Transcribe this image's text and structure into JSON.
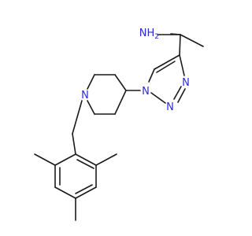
{
  "diagram": {
    "colors": {
      "bond": "#1a1a1a",
      "carbon_text": "#1a1a1a",
      "nitrogen": "#2b2bd6"
    },
    "atoms": [
      {
        "id": "amine_N",
        "element": "N",
        "label": "NH2",
        "label_main": "NH",
        "label_sub": "2"
      },
      {
        "id": "triazole_N1",
        "element": "N",
        "label": "N"
      },
      {
        "id": "triazole_N2",
        "element": "N",
        "label": "N"
      },
      {
        "id": "triazole_N3",
        "element": "N",
        "label": "N"
      },
      {
        "id": "piperidine_N",
        "element": "N",
        "label": "N"
      }
    ]
  }
}
